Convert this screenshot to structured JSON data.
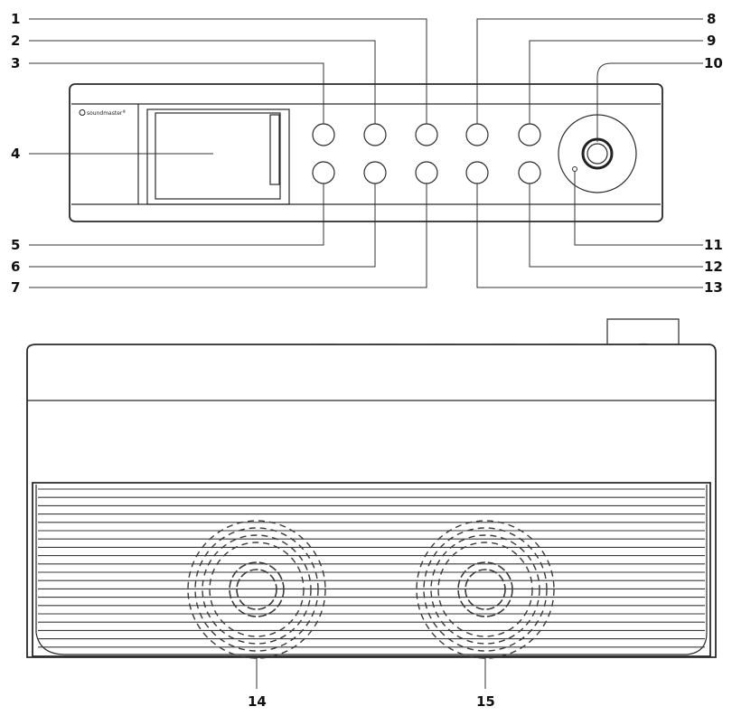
{
  "brand": {
    "text": "soundmaster",
    "mark": "®"
  },
  "callouts": [
    {
      "id": "c1",
      "label": "1"
    },
    {
      "id": "c2",
      "label": "2"
    },
    {
      "id": "c3",
      "label": "3"
    },
    {
      "id": "c4",
      "label": "4"
    },
    {
      "id": "c5",
      "label": "5"
    },
    {
      "id": "c6",
      "label": "6"
    },
    {
      "id": "c7",
      "label": "7"
    },
    {
      "id": "c8",
      "label": "8"
    },
    {
      "id": "c9",
      "label": "9"
    },
    {
      "id": "c10",
      "label": "10"
    },
    {
      "id": "c11",
      "label": "11"
    },
    {
      "id": "c12",
      "label": "12"
    },
    {
      "id": "c13",
      "label": "13"
    },
    {
      "id": "c14",
      "label": "14"
    },
    {
      "id": "c15",
      "label": "15"
    }
  ],
  "colors": {
    "line": "#2a2a2a",
    "background": "#ffffff"
  }
}
